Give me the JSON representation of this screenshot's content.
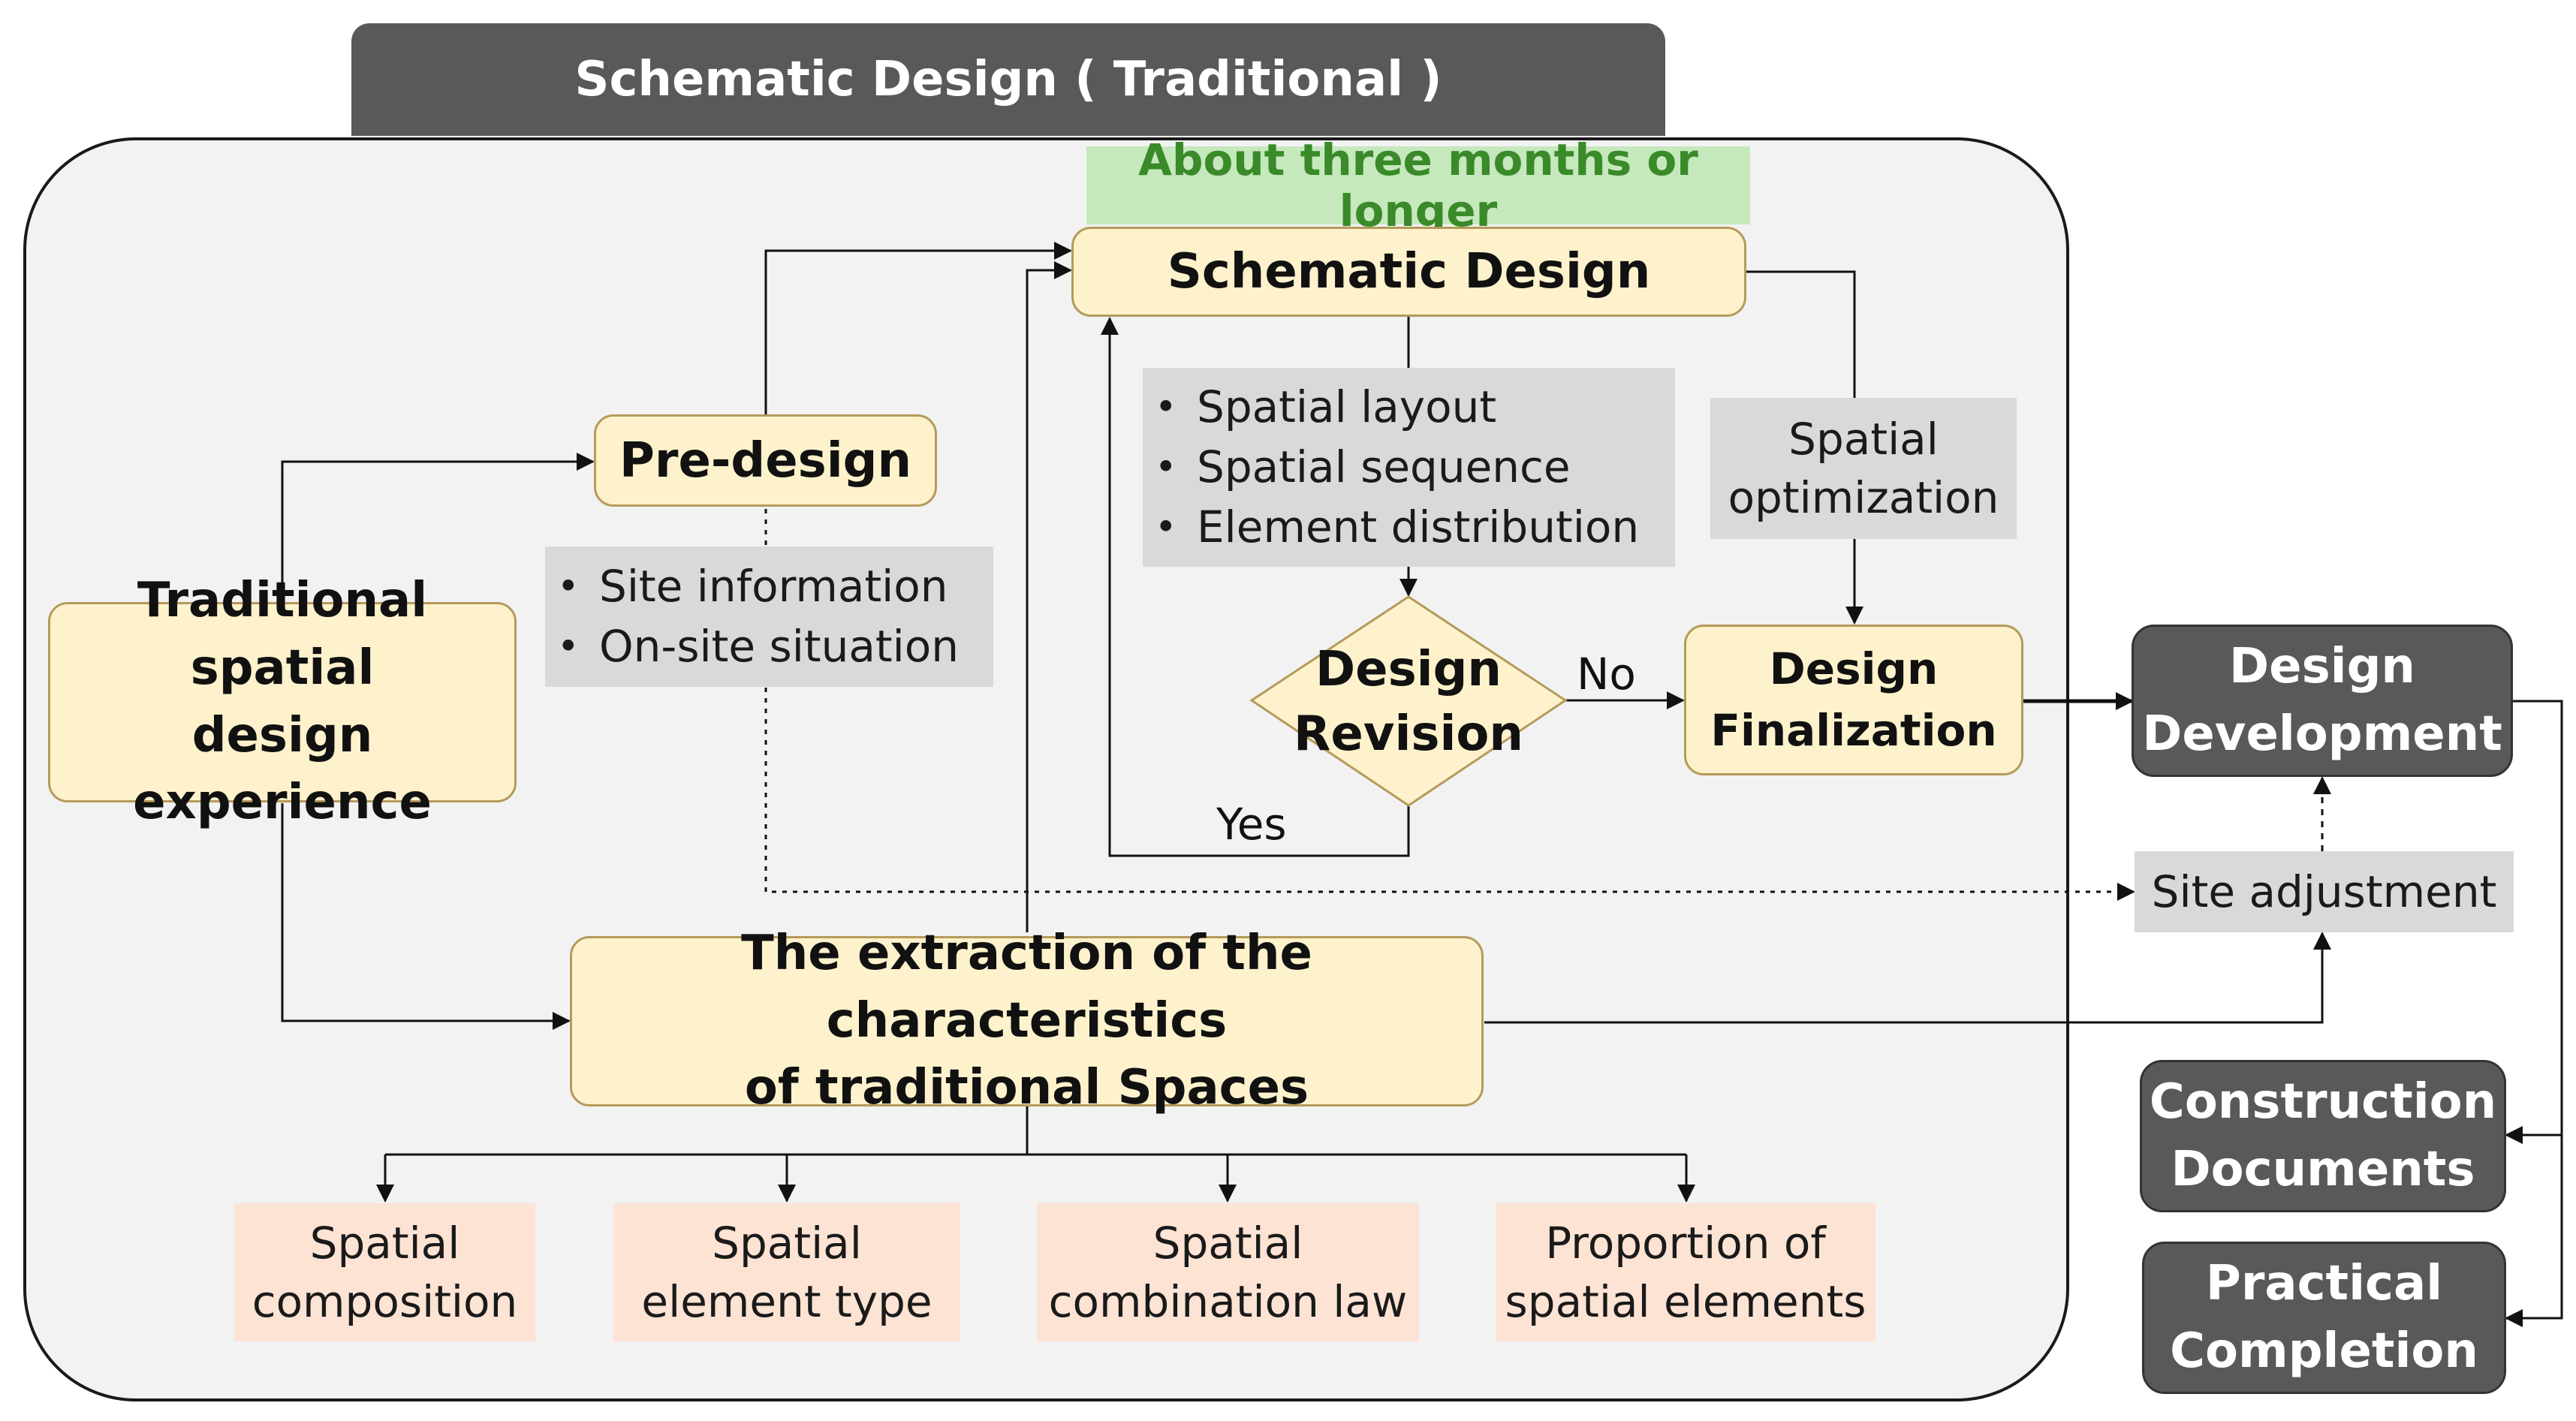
{
  "header": {
    "title": "Schematic Design ( Traditional )"
  },
  "duration": {
    "label": "About three months or longer"
  },
  "nodes": {
    "schematic_design": "Schematic Design",
    "pre_design": "Pre-design",
    "experience": {
      "line1": "Traditional spatial",
      "line2": "design experience"
    },
    "extraction": {
      "line1": "The extraction of the characteristics",
      "line2": "of traditional Spaces"
    },
    "design_revision": {
      "line1": "Design",
      "line2": "Revision"
    },
    "design_finalization": {
      "line1": "Design",
      "line2": "Finalization"
    }
  },
  "lists": {
    "site": [
      "Site information",
      "On-site situation"
    ],
    "spatial": [
      "Spatial layout",
      "Spatial sequence",
      "Element distribution"
    ]
  },
  "optimization": {
    "line1": "Spatial",
    "line2": "optimization"
  },
  "edge_labels": {
    "no": "No",
    "yes": "Yes"
  },
  "characteristics": [
    {
      "line1": "Spatial",
      "line2": "composition"
    },
    {
      "line1": "Spatial",
      "line2": "element type"
    },
    {
      "line1": "Spatial",
      "line2": "combination law"
    },
    {
      "line1": "Proportion of",
      "line2": "spatial elements"
    }
  ],
  "stages": {
    "design_development": {
      "line1": "Design",
      "line2": "Development"
    },
    "site_adjustment": "Site adjustment",
    "construction_documents": {
      "line1": "Construction",
      "line2": "Documents"
    },
    "practical_completion": {
      "line1": "Practical",
      "line2": "Completion"
    }
  },
  "colors": {
    "header": "#595959",
    "panel": "#f2f2f2",
    "node_fill": "#fdf2cc",
    "note_fill": "#d9d9d9",
    "characteristic_fill": "#fde3d4",
    "duration_fill": "#c6e8bd",
    "duration_text": "#3a8a2a"
  }
}
